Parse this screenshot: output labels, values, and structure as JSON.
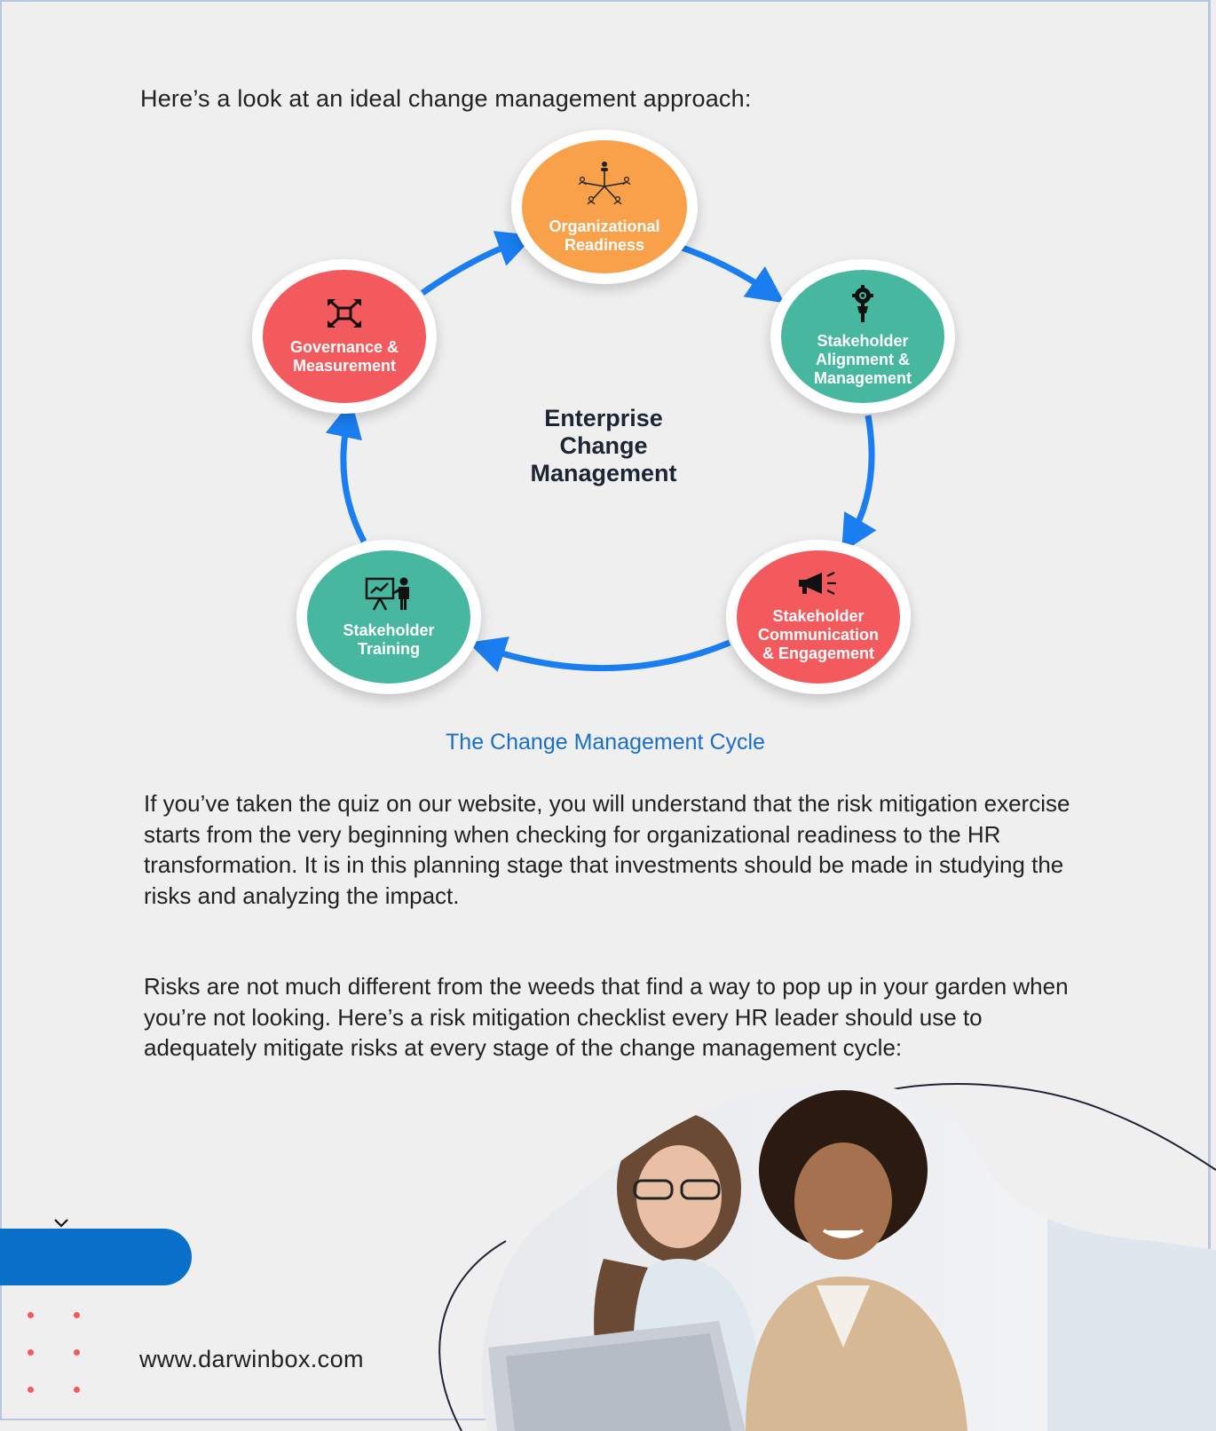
{
  "intro": "Here’s a look at an ideal change management approach:",
  "diagram": {
    "center_title": "Enterprise\nChange\nManagement",
    "nodes": [
      {
        "label": "Organizational\nReadiness",
        "icon": "org-network-icon",
        "color": "#f9a14a"
      },
      {
        "label": "Stakeholder\nAlignment &\nManagement",
        "icon": "gear-person-icon",
        "color": "#47b7a0"
      },
      {
        "label": "Stakeholder\nCommunication\n& Engagement",
        "icon": "megaphone-icon",
        "color": "#f25a5e"
      },
      {
        "label": "Stakeholder\nTraining",
        "icon": "presentation-board-icon",
        "color": "#47b7a0"
      },
      {
        "label": "Governance &\nMeasurement",
        "icon": "expand-arrows-icon",
        "color": "#f25a5e"
      }
    ],
    "arrow_color": "#1a7ef0"
  },
  "caption": "The Change Management Cycle",
  "paragraphs": [
    "If you’ve taken the quiz on our website, you will understand that the risk mitigation exercise starts from the very beginning when checking for organizational readiness to the HR transformation. It is in this planning stage that investments should be made in studying the risks and analyzing the impact.",
    "Risks are not much different from the weeds that find a way to pop up in your garden when you’re not looking. Here’s a risk mitigation checklist every HR leader should use to adequately mitigate risks at every stage of the change management cycle:"
  ],
  "footer": {
    "url": "www.darwinbox.com",
    "accent_color": "#0a6fc9",
    "dot_color": "#f05b5b"
  }
}
